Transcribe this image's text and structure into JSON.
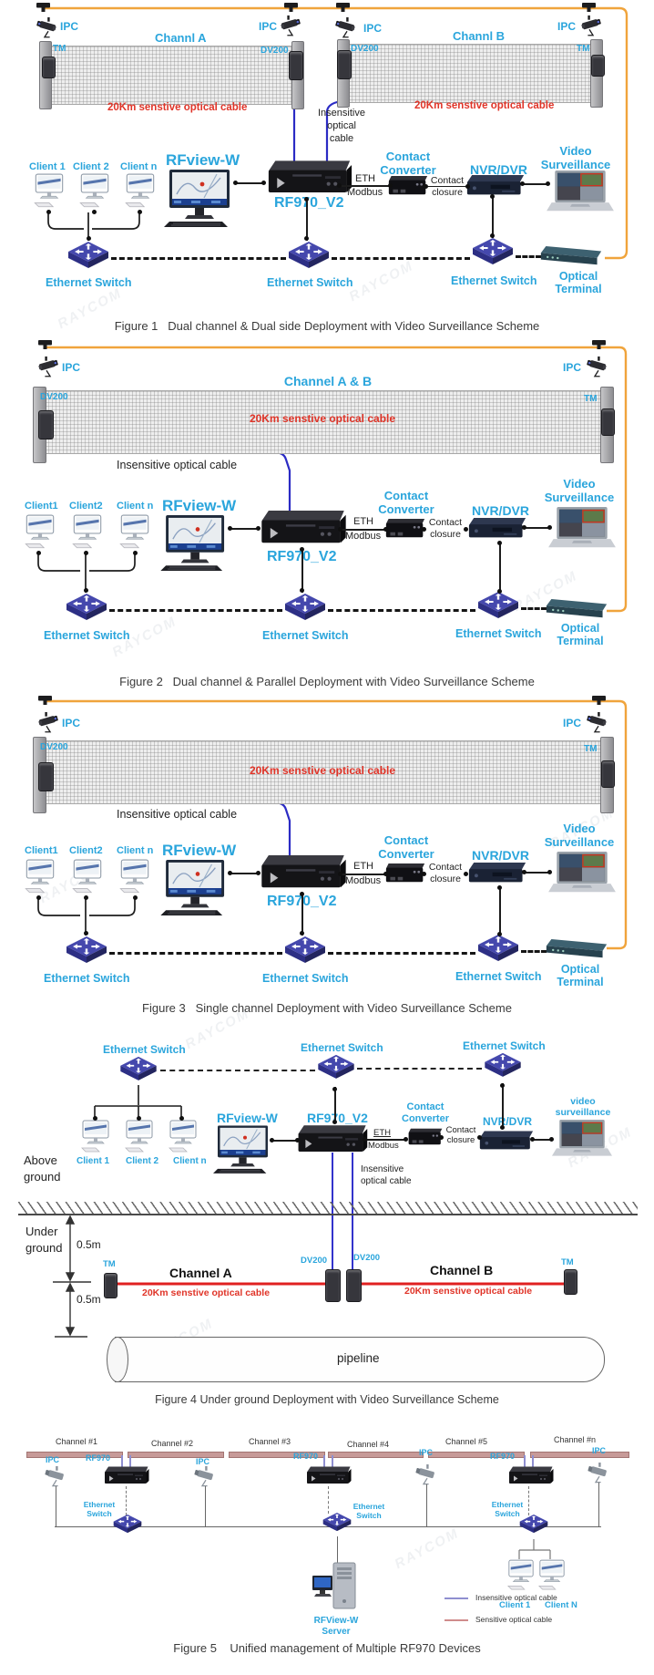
{
  "watermark": "RAYCOM",
  "colors": {
    "accent_cyan": "#2aa5dc",
    "alert_red": "#e03428",
    "cable_orange": "#f0a43c",
    "cable_blue": "#2b2bc4",
    "cable_purple": "#8f8fd0",
    "cable_pink": "#d08c8c"
  },
  "f1": {
    "caption": "Figure 1   Dual channel & Dual side Deployment with Video Surveillance Scheme",
    "ipc": [
      "IPC",
      "IPC",
      "IPC",
      "IPC"
    ],
    "fence_a": {
      "title": "Channl A",
      "left": "TM",
      "right": "DV200",
      "cable": "20Km senstive optical cable"
    },
    "fence_b": {
      "title": "Channl B",
      "left": "DV200",
      "right": "TM",
      "cable": "20Km senstive optical cable"
    },
    "insensitive_lines": [
      "Insensitive",
      "optical",
      "cable"
    ],
    "clients": [
      "Client 1",
      "Client 2",
      "Client n"
    ],
    "rfview": "RFview-W",
    "rf970": "RF970_V2",
    "eth_lines": [
      "ETH",
      "Modbus"
    ],
    "converter_lines": [
      "Contact",
      "Converter"
    ],
    "closure_lines": [
      "Contact",
      "closure"
    ],
    "nvr": "NVR/DVR",
    "video_lines": [
      "Video",
      "Surveillance"
    ],
    "switches": [
      "Ethernet Switch",
      "Ethernet Switch",
      "Ethernet Switch"
    ],
    "terminal_lines": [
      "Optical",
      "Terminal"
    ]
  },
  "f2": {
    "caption": "Figure 2   Dual channel & Parallel Deployment with Video Surveillance Scheme",
    "ipc": [
      "IPC",
      "IPC"
    ],
    "fence": {
      "title": "Channel A & B",
      "left": "DV200",
      "right": "TM",
      "cable": "20Km senstive optical cable"
    },
    "insensitive": "Insensitive optical cable",
    "clients": [
      "Client1",
      "Client2",
      "Client n"
    ],
    "rfview": "RFview-W",
    "rf970": "RF970_V2",
    "eth_lines": [
      "ETH",
      "Modbus"
    ],
    "converter_lines": [
      "Contact",
      "Converter"
    ],
    "closure_lines": [
      "Contact",
      "closure"
    ],
    "nvr": "NVR/DVR",
    "video_lines": [
      "Video",
      "Surveillance"
    ],
    "switches": [
      "Ethernet Switch",
      "Ethernet Switch",
      "Ethernet Switch"
    ],
    "terminal_lines": [
      "Optical",
      "Terminal"
    ]
  },
  "f3": {
    "caption": "Figure 3   Single channel Deployment with Video Surveillance Scheme",
    "ipc": [
      "IPC",
      "IPC"
    ],
    "fence": {
      "left": "DV200",
      "right": "TM",
      "cable": "20Km senstive optical cable"
    },
    "insensitive": "Insensitive optical cable",
    "clients": [
      "Client1",
      "Client2",
      "Client n"
    ],
    "rfview": "RFview-W",
    "rf970": "RF970_V2",
    "eth_lines": [
      "ETH",
      "Modbus"
    ],
    "converter_lines": [
      "Contact",
      "Converter"
    ],
    "closure_lines": [
      "Contact",
      "closure"
    ],
    "nvr": "NVR/DVR",
    "video_lines": [
      "Video",
      "Surveillance"
    ],
    "switches": [
      "Ethernet Switch",
      "Ethernet Switch",
      "Ethernet Switch"
    ],
    "terminal_lines": [
      "Optical",
      "Terminal"
    ]
  },
  "f4": {
    "caption": "Figure 4 Under ground Deployment with Video Surveillance Scheme",
    "switches": [
      "Ethernet Switch",
      "Ethernet Switch",
      "Ethernet Switch"
    ],
    "clients": [
      "Client 1",
      "Client 2",
      "Client n"
    ],
    "rfview": "RFview-W",
    "rf970": "RF970_V2",
    "eth_lines": [
      "ETH",
      "Modbus"
    ],
    "converter_lines": [
      "Contact",
      "Converter"
    ],
    "closure_lines": [
      "Contact",
      "closure"
    ],
    "nvr": "NVR/DVR",
    "video_lines": [
      "video",
      "surveillance"
    ],
    "above_lines": [
      "Above",
      "ground"
    ],
    "under_lines": [
      "Under",
      "ground"
    ],
    "insensitive_lines": [
      "Insensitive",
      "optical cable"
    ],
    "depths": [
      "0.5m",
      "0.5m"
    ],
    "tm_left": "TM",
    "tm_right": "TM",
    "dv200_left": "DV200",
    "dv200_right": "DV200",
    "channel_a": "Channel A",
    "channel_b": "Channel B",
    "cable_a": "20Km senstive optical cable",
    "cable_b": "20Km senstive optical cable",
    "pipeline": "pipeline"
  },
  "f5": {
    "caption": "Figure 5    Unified management of Multiple RF970 Devices",
    "channels": [
      "Channel #1",
      "Channel #2",
      "Channel #3",
      "Channel #4",
      "Channel #5",
      "Channel #n"
    ],
    "ipc": [
      "IPC",
      "IPC",
      "IPC",
      "IPC"
    ],
    "rf970": [
      "RF970",
      "RF970",
      "RF970"
    ],
    "switch_lines": [
      "Ethernet",
      "Switch"
    ],
    "server_lines": [
      "RFView-W",
      "Server"
    ],
    "clients": [
      "Client 1",
      "Client N"
    ],
    "legend": [
      {
        "label": "Insensitive optical cable",
        "color": "#8f8fd0"
      },
      {
        "label": "Sensitive optical cable",
        "color": "#d08c8c"
      }
    ]
  }
}
